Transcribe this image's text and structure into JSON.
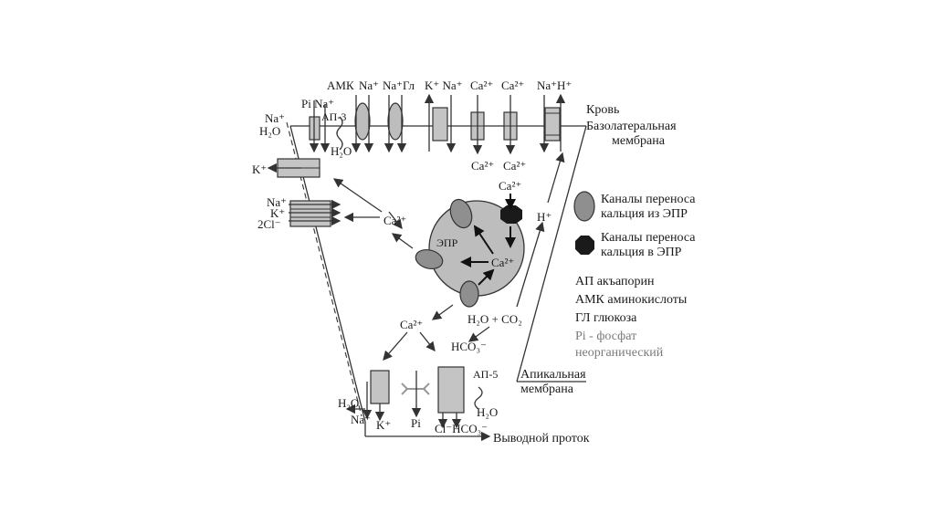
{
  "membranes": {
    "blood": "Кровь",
    "basolateral_line1": "Базолатеральная",
    "basolateral_line2": "мембрана",
    "apical_line1": "Апикальная",
    "apical_line2": "мембрана",
    "duct": "Выводной проток"
  },
  "top_labels": {
    "amk": "АМК",
    "na1": "Na⁺",
    "na_gl": "Na⁺Гл",
    "k_na": "K⁺ Na⁺",
    "ca1": "Ca²⁺",
    "ca2": "Ca²⁺",
    "na_h": "Na⁺H⁺",
    "pi_na": "Pi Na⁺",
    "ap3": "АП-3",
    "h2o_top": "H₂O",
    "ca_under1": "Ca²⁺",
    "ca_under2": "Ca²⁺"
  },
  "left_labels": {
    "na_left": "Na⁺",
    "h2o_left": "H₂O",
    "k_left": "K⁺",
    "na_cotr": "Na⁺",
    "k_cotr": "K⁺",
    "cl_cotr": "2Cl⁻"
  },
  "interior": {
    "epr": "ЭПР",
    "ca_in_epr": "Ca²⁺",
    "ca_top": "Ca²⁺",
    "ca_left": "Ca²⁺",
    "h_plus": "H⁺",
    "h2o_co2": "H₂O + CO₂",
    "ca_low": "Ca²⁺",
    "hco3": "HCO₃⁻"
  },
  "bottom_labels": {
    "h2o_bl": "H₂O",
    "na_bl": "Na⁺",
    "k_bl": "K⁺",
    "pi_bl": "Pi",
    "cl_hco3": "Cl⁻HCO₃⁻",
    "ap5": "АП-5",
    "h2o_br": "H₂O"
  },
  "legend": {
    "release_line1": "Каналы переноса",
    "release_line2": "кальция из ЭПР",
    "uptake_line1": "Каналы переноса",
    "uptake_line2": "кальция в  ЭПР",
    "ap": "АП акъапорин",
    "amk": "АМК аминокислоты",
    "gl": "ГЛ глюкоза",
    "pi_line1": "Pi - фосфат",
    "pi_line2": "неорганический"
  },
  "colors": {
    "gray_fill": "#c4c4c4",
    "epr_fill": "#bdbdbd",
    "channel_fill": "#8f8f8f",
    "pump_fill": "#1a1a1a",
    "line": "#333333"
  }
}
